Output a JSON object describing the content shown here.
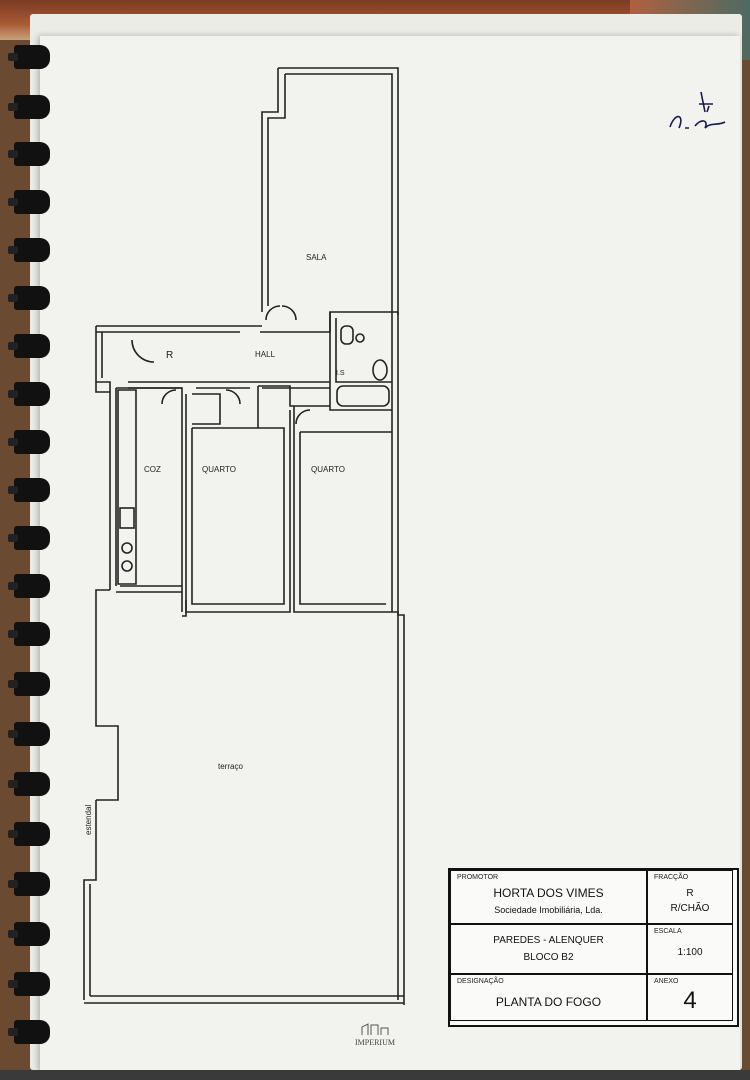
{
  "rooms": {
    "sala": "SALA",
    "hall": "HALL",
    "r": "R",
    "is": "I.S",
    "coz": "COZ",
    "quarto1": "QUARTO",
    "quarto2": "QUARTO",
    "terraco": "terraço",
    "estendal": "estendal"
  },
  "title_block": {
    "promotor_caption": "PROMOTOR",
    "promotor_name": "HORTA DOS VIMES",
    "promotor_company": "Sociedade Imobiliária, Lda.",
    "fraccao_caption": "FRACÇÃO",
    "fraccao_value": "R",
    "fraccao_floor": "R/CHÃO",
    "location_line1": "PAREDES - ALENQUER",
    "location_line2": "BLOCO B2",
    "escala_caption": "ESCALA",
    "escala_value": "1:100",
    "designacao_caption": "DESIGNAÇÃO",
    "designacao_value": "PLANTA DO FOGO",
    "anexo_caption": "ANEXO",
    "anexo_value": "4"
  },
  "logo": {
    "text": "IMPERIUM"
  }
}
